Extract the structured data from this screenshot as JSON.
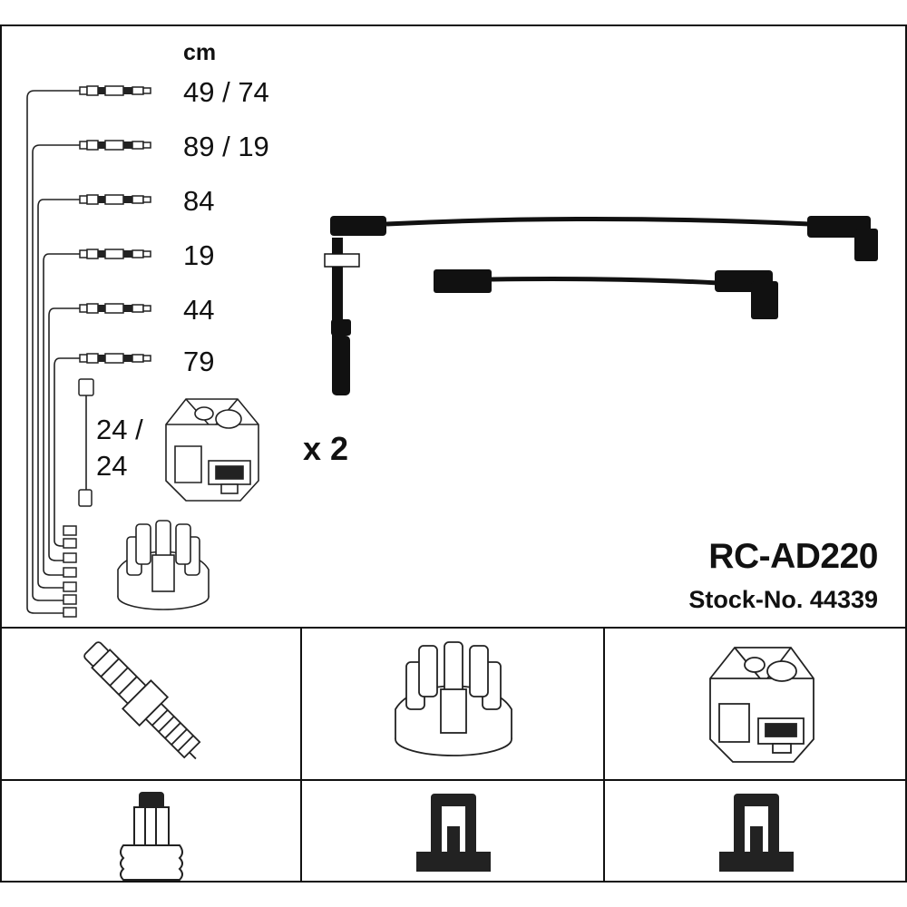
{
  "unit_label": "cm",
  "lengths": [
    "49 / 74",
    "89 / 19",
    "84",
    "19",
    "44",
    "79"
  ],
  "coil_lead_lines": [
    "24 /",
    "24"
  ],
  "multiplier": "x 2",
  "part_number": "RC-AD220",
  "stock_number": "Stock-No. 44339",
  "component_icons": {
    "row1": [
      "spark-plug-icon",
      "distributor-cap-icon",
      "ignition-coil-icon"
    ],
    "row2": [
      "spark-plug-connector-icon",
      "distributor-cap-connector-icon",
      "ignition-coil-connector-icon"
    ]
  }
}
